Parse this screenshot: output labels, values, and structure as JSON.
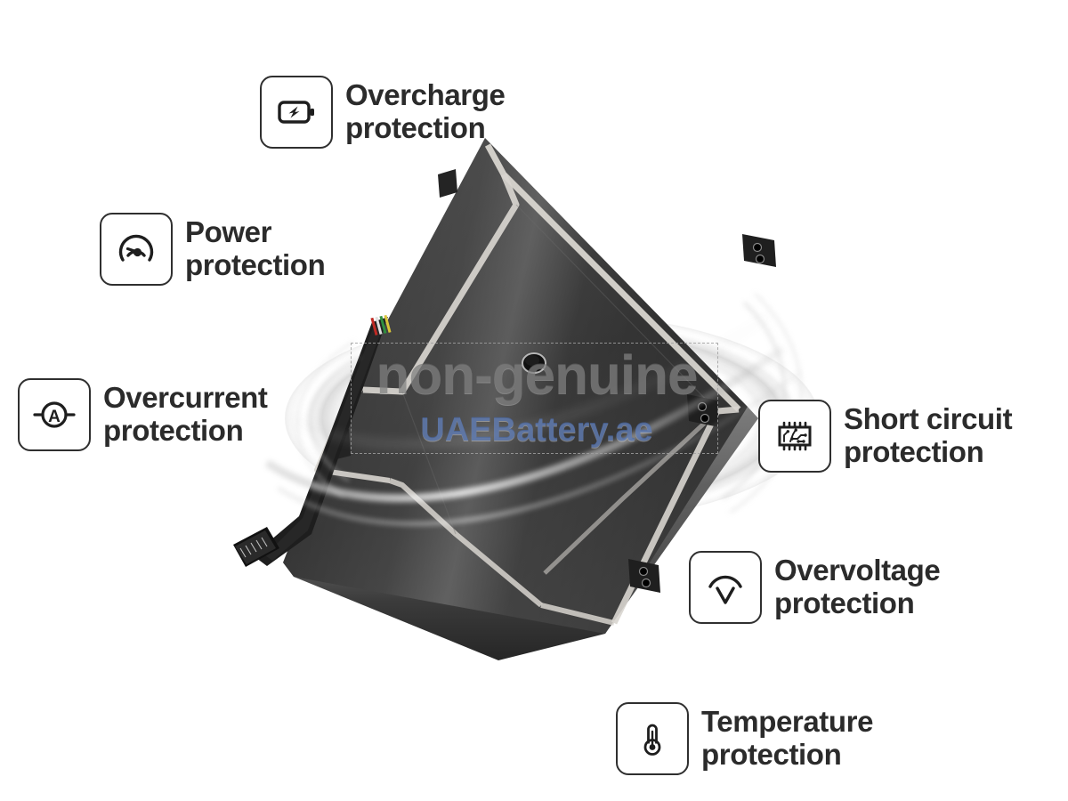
{
  "page": {
    "background_color": "#ffffff",
    "text_color": "#2b2b2b",
    "watermark_gray": "#696969",
    "watermark_blue": "#4869aa"
  },
  "features": [
    {
      "id": "overcharge",
      "icon": "battery-bolt-icon",
      "line1": "Overcharge",
      "line2": "protection"
    },
    {
      "id": "power",
      "icon": "gauge-icon",
      "line1": "Power",
      "line2": "protection"
    },
    {
      "id": "overcurrent",
      "icon": "ammeter-icon",
      "line1": "Overcurrent",
      "line2": "protection"
    },
    {
      "id": "short-circuit",
      "icon": "chip-icon",
      "line1": "Short circuit",
      "line2": "protection"
    },
    {
      "id": "overvoltage",
      "icon": "voltmeter-icon",
      "line1": "Overvoltage",
      "line2": "protection"
    },
    {
      "id": "temperature",
      "icon": "thermometer-icon",
      "line1": "Temperature",
      "line2": "protection"
    }
  ],
  "watermarks": {
    "primary": "non-genuine",
    "secondary": "UAEBattery.ae"
  },
  "product": {
    "name": "laptop-battery-pack",
    "body_color": "#313131",
    "seam_color": "#d8d5cf",
    "edge_color": "#555555"
  }
}
